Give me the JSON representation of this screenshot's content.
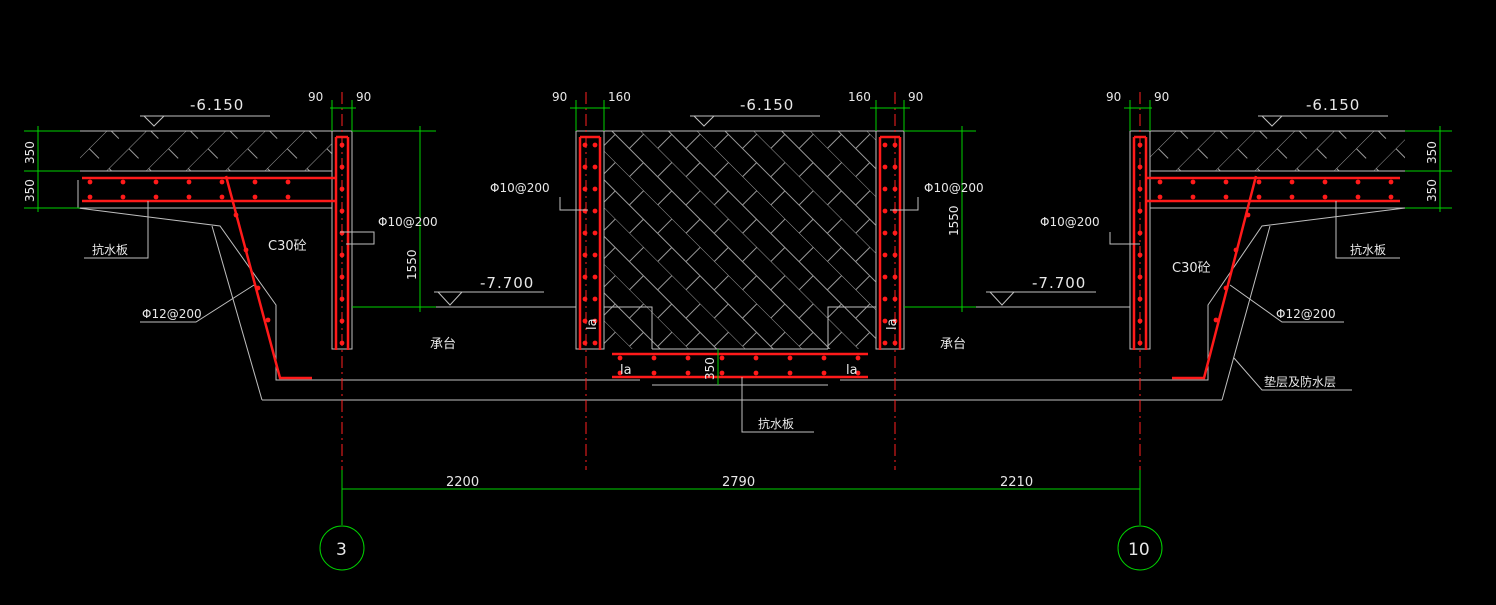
{
  "elevations": {
    "top_left": "-6.150",
    "top_mid": "-6.150",
    "top_right": "-6.150",
    "bot_left": "-7.700",
    "bot_right": "-7.700"
  },
  "dims": {
    "w90a": "90",
    "w90b": "90",
    "w90c": "90",
    "w160a": "160",
    "w160b": "160",
    "w90d": "90",
    "w90e": "90",
    "w90f": "90",
    "h350a": "350",
    "h350b": "350",
    "h350c": "350",
    "h350d": "350",
    "h1550a": "1550",
    "h1550b": "1550",
    "h350mid": "350",
    "span1": "2200",
    "span2": "2790",
    "span3": "2210"
  },
  "labels": {
    "rebar_phi10_a": "Φ10@200",
    "rebar_phi10_b": "Φ10@200",
    "rebar_phi10_c": "Φ10@200",
    "rebar_phi10_d": "Φ10@200",
    "rebar_phi12_a": "Φ12@200",
    "rebar_phi12_b": "Φ12@200",
    "concrete_a": "C30砼",
    "concrete_b": "C30砼",
    "slab_a": "抗水板",
    "slab_b": "抗水板",
    "slab_c": "抗水板",
    "cap_a": "承台",
    "cap_b": "承台",
    "la_1": "la",
    "la_2": "la",
    "la_3": "la",
    "la_4": "la",
    "waterproof": "垫层及防水层"
  },
  "axes": {
    "left": "3",
    "right": "10"
  },
  "colors": {
    "background": "#000000",
    "dimension": "#00d200",
    "rebar": "#ff1a1a",
    "outline": "#bfbfbf",
    "text": "#e8e8e8"
  }
}
